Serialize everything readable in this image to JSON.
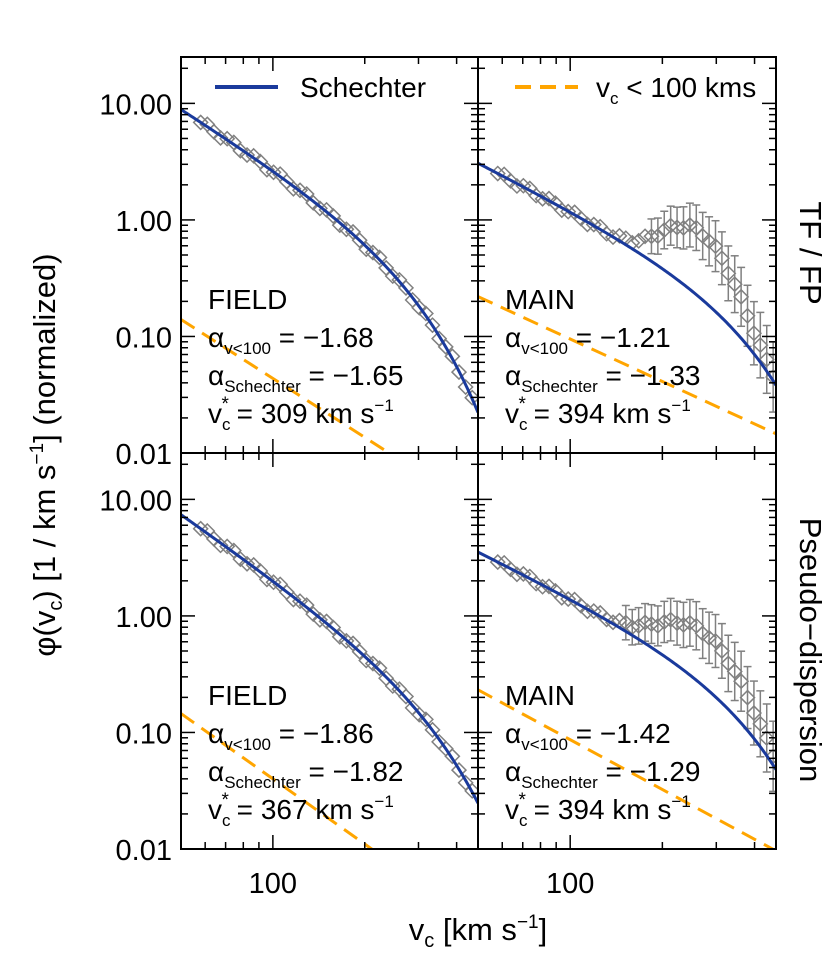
{
  "figure": {
    "ylabel_main": "φ(v",
    "ylabel_sub": "c",
    "ylabel_rest": ") [1 / km s",
    "ylabel_sup": "−1",
    "ylabel_end": "] (normalized)",
    "xlabel_main": "v",
    "xlabel_sub": "c",
    "xlabel_rest": " [km s",
    "xlabel_sup": "−1",
    "xlabel_end": "]",
    "row_labels": [
      "TF / FP",
      "Pseudo−dispersion"
    ],
    "legend": {
      "schechter": "Schechter",
      "power_pre": "v",
      "power_sub": "c",
      "power_post": " < 100 kms"
    },
    "colors": {
      "schechter": "#1a3a9c",
      "power": "#ffa500",
      "data": "#808080"
    }
  },
  "chart_data": [
    {
      "type": "line",
      "panel": "top-left",
      "sample": "FIELD",
      "alpha_v": "−1.68",
      "alpha_s": "−1.65",
      "vstar": "309",
      "xscale": "log",
      "yscale": "log",
      "xlim": [
        50,
        470
      ],
      "ylim": [
        0.01,
        25
      ],
      "yticks": [
        "10.00",
        "1.00",
        "0.10",
        "0.01"
      ],
      "xticks": [
        "100"
      ],
      "schechter": {
        "alpha": -1.65,
        "vstar": 309,
        "norm": 0.45
      },
      "powerlaw": {
        "slope": -1.68,
        "amp": 100
      },
      "points": {
        "vmin": 58,
        "vmax": 450,
        "n": 42,
        "err_from": 999
      }
    },
    {
      "type": "line",
      "panel": "top-right",
      "sample": "MAIN",
      "alpha_v": "−1.21",
      "alpha_s": "−1.33",
      "vstar": "394",
      "xscale": "log",
      "yscale": "log",
      "xlim": [
        50,
        470
      ],
      "ylim": [
        0.01,
        25
      ],
      "yticks": [],
      "xticks": [
        "100"
      ],
      "schechter": {
        "alpha": -1.33,
        "vstar": 394,
        "norm": 0.2
      },
      "powerlaw": {
        "slope": -1.21,
        "amp": 25
      },
      "bump": {
        "amp": 0.7,
        "center": 250,
        "width": 0.1
      },
      "points": {
        "vmin": 58,
        "vmax": 460,
        "n": 44,
        "err_from": 180
      }
    },
    {
      "type": "line",
      "panel": "bottom-left",
      "sample": "FIELD",
      "alpha_v": "−1.86",
      "alpha_s": "−1.82",
      "vstar": "367",
      "xscale": "log",
      "yscale": "log",
      "xlim": [
        50,
        470
      ],
      "ylim": [
        0.01,
        25
      ],
      "yticks": [
        "10.00",
        "1.00",
        "0.10",
        "0.01"
      ],
      "xticks": [
        "100"
      ],
      "schechter": {
        "alpha": -1.82,
        "vstar": 367,
        "norm": 0.2
      },
      "powerlaw": {
        "slope": -1.86,
        "amp": 210
      },
      "points": {
        "vmin": 58,
        "vmax": 450,
        "n": 42,
        "err_from": 999
      }
    },
    {
      "type": "line",
      "panel": "bottom-right",
      "sample": "MAIN",
      "alpha_v": "−1.42",
      "alpha_s": "−1.29",
      "vstar": "394",
      "xscale": "log",
      "yscale": "log",
      "xlim": [
        50,
        470
      ],
      "ylim": [
        0.01,
        25
      ],
      "yticks": [],
      "xticks": [
        "100"
      ],
      "schechter": {
        "alpha": -1.29,
        "vstar": 394,
        "norm": 0.25
      },
      "powerlaw": {
        "slope": -1.42,
        "amp": 60
      },
      "bump": {
        "amp": 0.6,
        "center": 250,
        "width": 0.12
      },
      "points": {
        "vmin": 58,
        "vmax": 460,
        "n": 44,
        "err_from": 150
      }
    }
  ]
}
